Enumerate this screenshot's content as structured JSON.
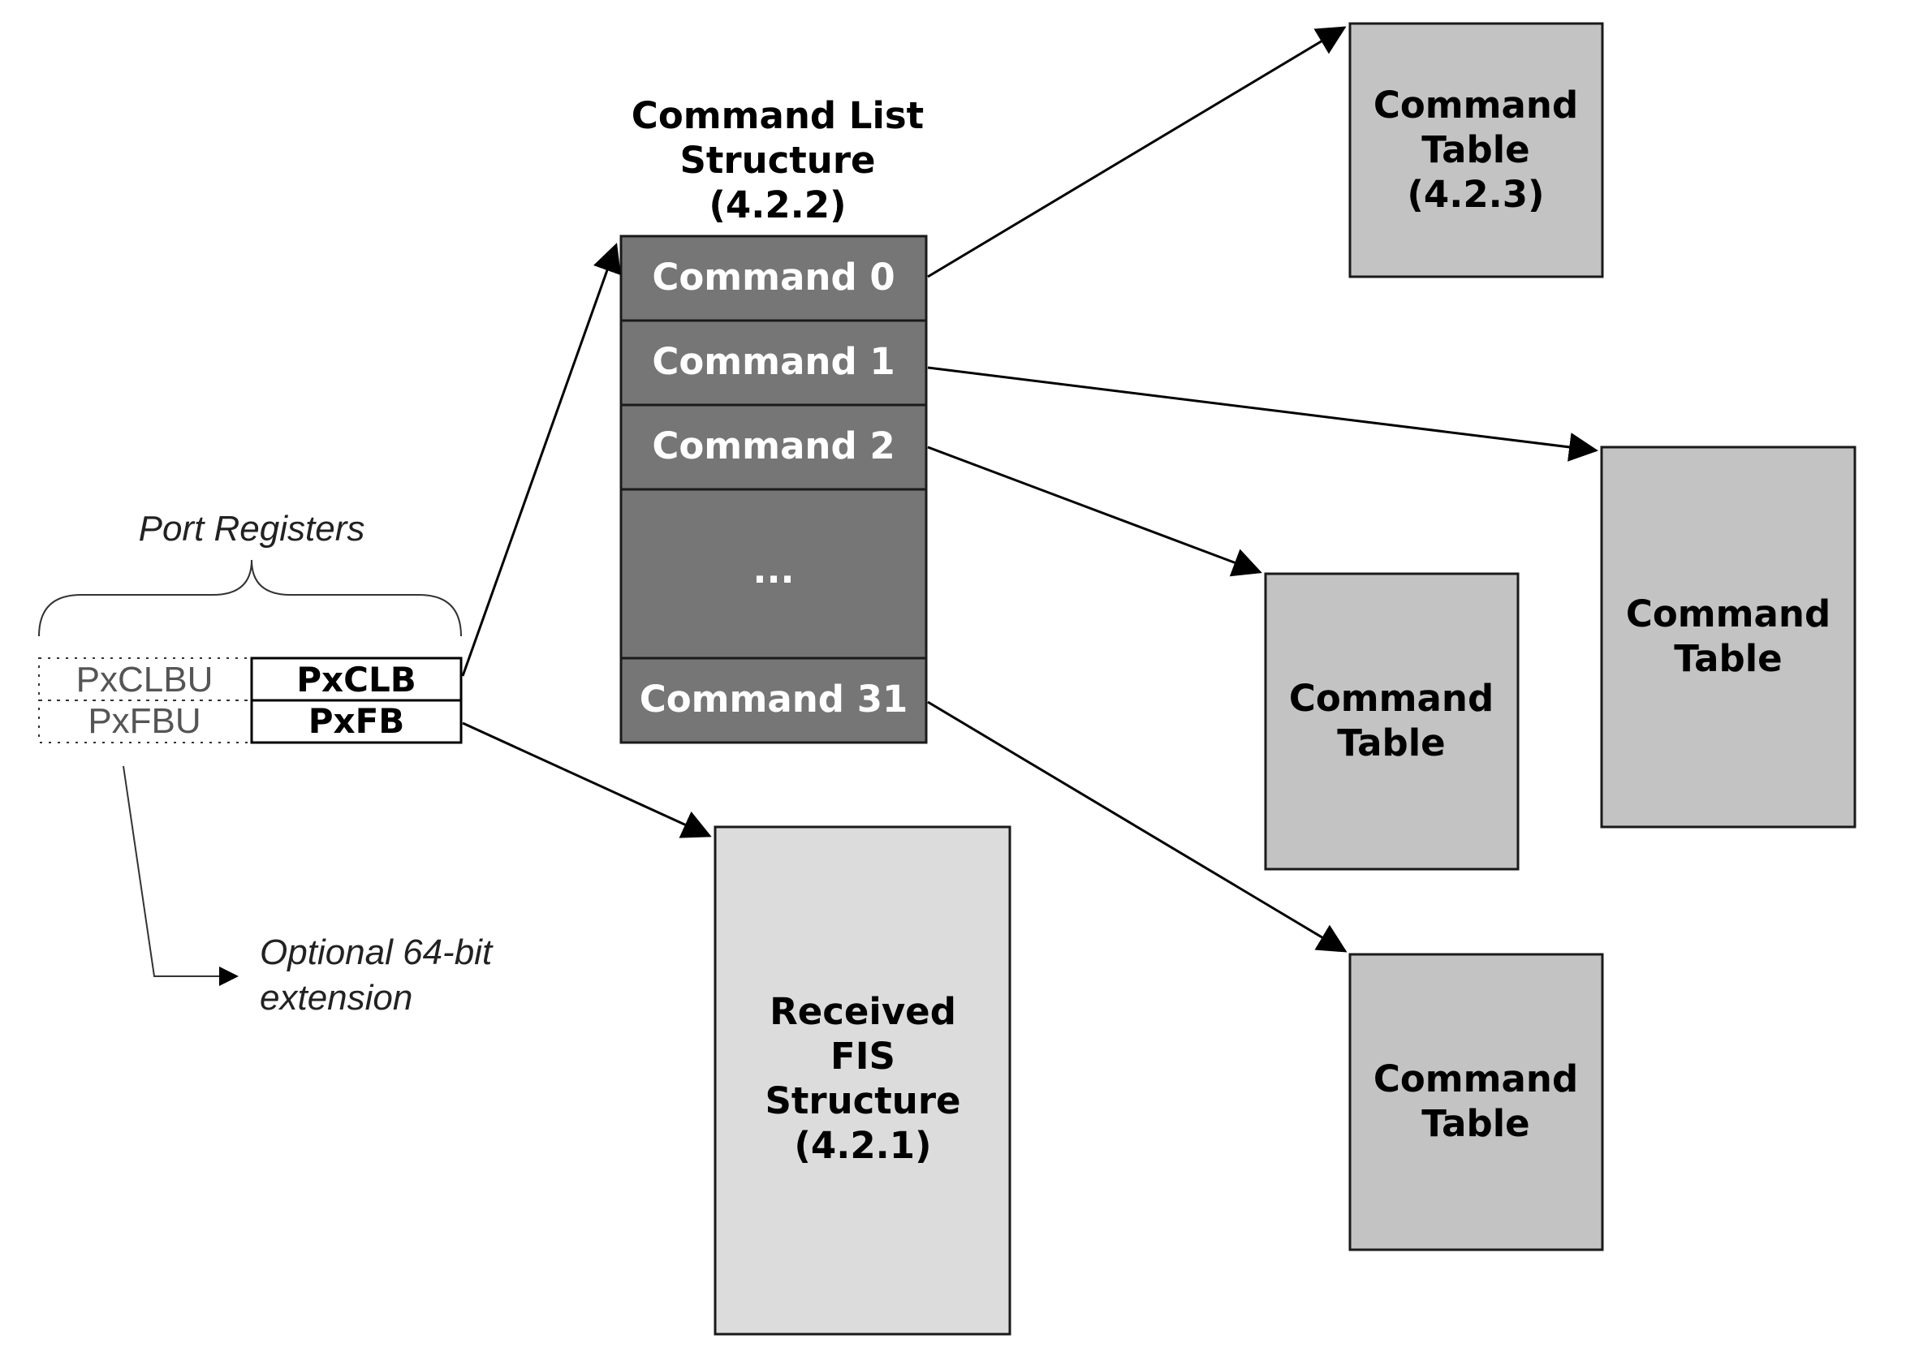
{
  "port_registers": {
    "title": "Port Registers",
    "upper_clb": "PxCLBU",
    "clb": "PxCLB",
    "upper_fb": "PxFBU",
    "fb": "PxFB",
    "extension_note_line1": "Optional 64-bit",
    "extension_note_line2": "extension"
  },
  "command_list": {
    "title_line1": "Command List",
    "title_line2": "Structure",
    "title_line3": "(4.2.2)",
    "slots": [
      "Command 0",
      "Command 1",
      "Command 2",
      "...",
      "Command 31"
    ]
  },
  "received_fis": {
    "line1": "Received",
    "line2": "FIS",
    "line3": "Structure",
    "line4": "(4.2.1)"
  },
  "command_tables": [
    {
      "line1": "Command",
      "line2": "Table",
      "line3": "(4.2.3)"
    },
    {
      "line1": "Command",
      "line2": "Table"
    },
    {
      "line1": "Command",
      "line2": "Table"
    },
    {
      "line1": "Command",
      "line2": "Table"
    }
  ],
  "colors": {
    "command_list_fill": "#767676",
    "command_table_fill": "#c3c3c3",
    "received_fis_fill": "#dcdcdc"
  }
}
